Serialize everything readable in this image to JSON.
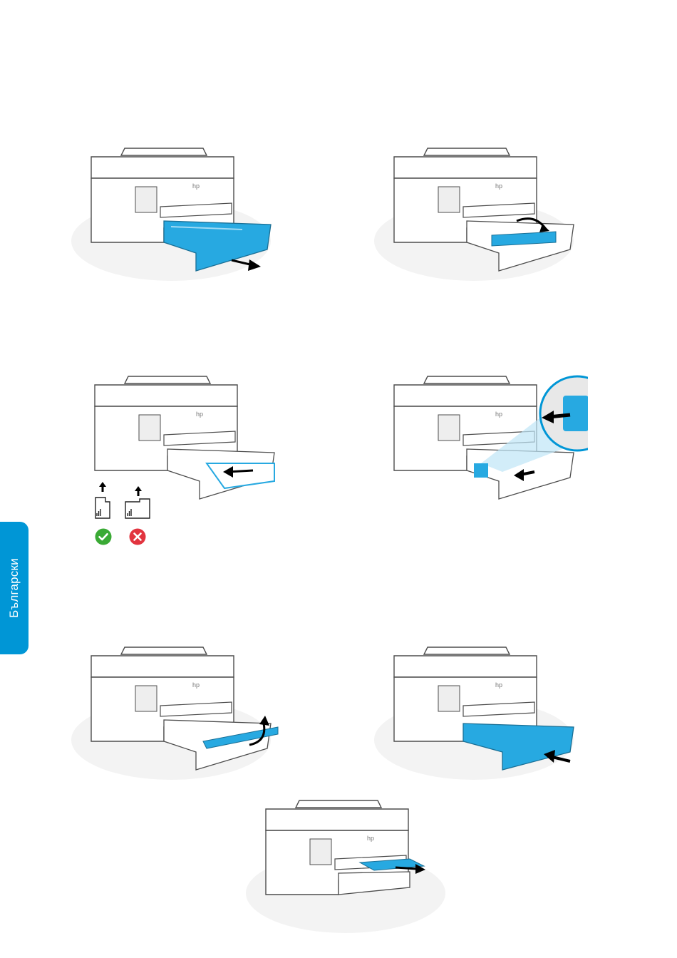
{
  "sidebar": {
    "language_label": "Български"
  },
  "steps": [
    {
      "id": 1,
      "icon": "printer-tray-pull-out-icon"
    },
    {
      "id": 2,
      "icon": "printer-tray-extend-icon"
    },
    {
      "id": 3,
      "icon": "printer-load-paper-icon"
    },
    {
      "id": 4,
      "icon": "printer-adjust-guides-icon"
    },
    {
      "id": 5,
      "icon": "printer-retract-extension-icon"
    },
    {
      "id": 6,
      "icon": "printer-insert-tray-icon"
    },
    {
      "id": 7,
      "icon": "printer-output-tray-extend-icon"
    }
  ],
  "orientation": {
    "correct_icon": "check-circle-icon",
    "incorrect_icon": "x-circle-icon"
  },
  "colors": {
    "accent": "#0096d6",
    "tray_blue": "#27a9e1",
    "correct": "#3aaa35",
    "incorrect": "#e2343f",
    "outline": "#4d4d4d"
  }
}
